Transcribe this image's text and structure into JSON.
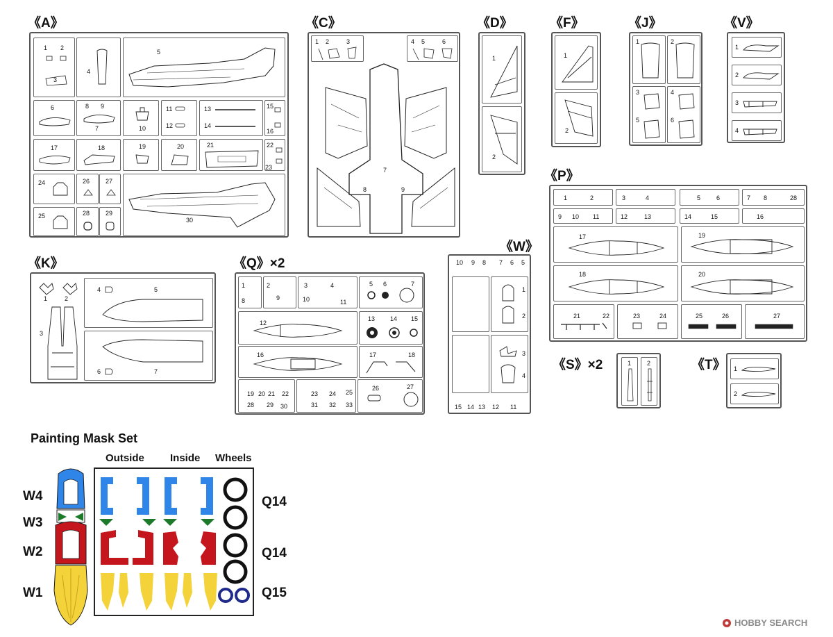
{
  "sprues": {
    "A": {
      "title": "《A》",
      "parts": [
        "1",
        "2",
        "3",
        "4",
        "5",
        "6",
        "7",
        "8",
        "9",
        "10",
        "11",
        "12",
        "13",
        "14",
        "15",
        "16",
        "17",
        "18",
        "19",
        "20",
        "21",
        "22",
        "23",
        "24",
        "25",
        "26",
        "27",
        "28",
        "29",
        "30"
      ]
    },
    "C": {
      "title": "《C》",
      "parts": [
        "1",
        "2",
        "3",
        "4",
        "5",
        "6",
        "7",
        "8",
        "9"
      ]
    },
    "D": {
      "title": "《D》",
      "parts": [
        "1",
        "2"
      ]
    },
    "F": {
      "title": "《F》",
      "parts": [
        "1",
        "2"
      ]
    },
    "J": {
      "title": "《J》",
      "parts": [
        "1",
        "2",
        "3",
        "4",
        "5",
        "6"
      ]
    },
    "V": {
      "title": "《V》",
      "parts": [
        "1",
        "2",
        "3",
        "4"
      ]
    },
    "P": {
      "title": "《P》",
      "parts": [
        "1",
        "2",
        "3",
        "4",
        "5",
        "6",
        "7",
        "8",
        "28",
        "9",
        "10",
        "11",
        "12",
        "13",
        "14",
        "15",
        "16",
        "17",
        "18",
        "19",
        "20",
        "21",
        "22",
        "23",
        "24",
        "25",
        "26",
        "27"
      ]
    },
    "K": {
      "title": "《K》",
      "parts": [
        "1",
        "2",
        "3",
        "4",
        "5",
        "6",
        "7"
      ]
    },
    "Q": {
      "title": "《Q》×2",
      "parts": [
        "1",
        "2",
        "3",
        "4",
        "5",
        "6",
        "7",
        "8",
        "9",
        "10",
        "11",
        "12",
        "13",
        "14",
        "15",
        "16",
        "17",
        "18",
        "19",
        "20",
        "21",
        "22",
        "23",
        "24",
        "25",
        "26",
        "27",
        "28",
        "29",
        "30",
        "31",
        "32",
        "33"
      ]
    },
    "W": {
      "title": "《W》",
      "parts": [
        "10",
        "9",
        "8",
        "7",
        "6",
        "5",
        "1",
        "2",
        "3",
        "4",
        "15",
        "14",
        "13",
        "12",
        "11"
      ]
    },
    "S": {
      "title": "《S》×2",
      "parts": [
        "1",
        "2"
      ]
    },
    "T": {
      "title": "《T》",
      "parts": [
        "1",
        "2"
      ]
    }
  },
  "mask": {
    "title": "Painting Mask Set",
    "columns": [
      "Outside",
      "Inside",
      "Wheels"
    ],
    "left_labels": [
      "W4",
      "W3",
      "W2",
      "W1"
    ],
    "right_labels": [
      "Q14",
      "Q14",
      "Q15"
    ],
    "colors": {
      "blue": "#2f86e8",
      "green": "#1d7a2a",
      "red": "#c4161c",
      "yellow": "#f3d23a",
      "black": "#111111",
      "navy": "#1f2a8a"
    }
  },
  "watermark": "HOBBY SEARCH"
}
